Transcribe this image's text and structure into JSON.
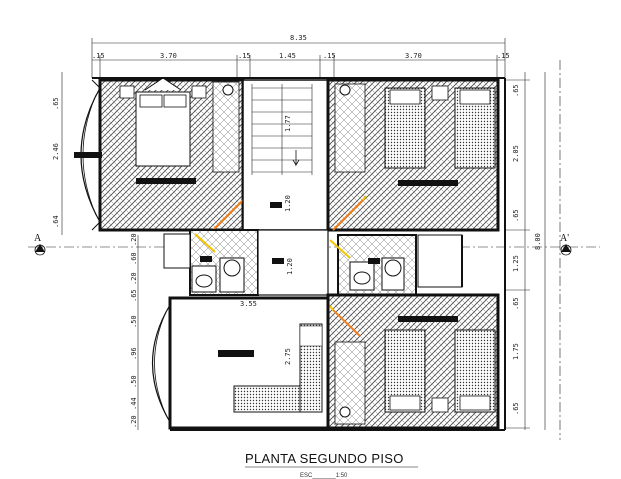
{
  "title": "PLANTA SEGUNDO PISO",
  "scale_label": "ESC_______1:50",
  "section_markers": {
    "left": "A",
    "right": "A'"
  },
  "dimensions": {
    "total_width": "8.35",
    "top_segments": [
      ".15",
      "3.70",
      ".15",
      "1.45",
      ".15",
      "3.70",
      ".15"
    ],
    "right_total": "8.00",
    "right_upper": [
      ".65",
      "2.05",
      ".65"
    ],
    "right_mid": "1.25",
    "right_lower": [
      ".65",
      "1.75",
      ".65"
    ],
    "left_upper": [
      ".65",
      "2.46",
      ".64"
    ],
    "left_lower": [
      ".20",
      ".60",
      ".20",
      ".65",
      ".50",
      ".96",
      ".50",
      ".44",
      ".20"
    ],
    "hall_width": "1.20",
    "hall_mid": "1.20",
    "stair": "1.77",
    "living_width": "3.55",
    "living_depth": "2.75"
  },
  "colors": {
    "line": "#111111",
    "hatch": "#555555",
    "accent": "#f5c400",
    "door": "#f08020"
  }
}
